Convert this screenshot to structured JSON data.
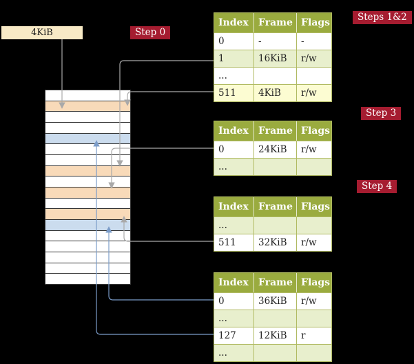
{
  "colors": {
    "background": "#000000",
    "header_bg": "#9aab3f",
    "table_border": "#b0ba62",
    "row_green": "#e8efcd",
    "row_yellow": "#fcfcd2",
    "badge_bg": "#a51c30",
    "badge_text": "#ffffff",
    "legend_bg": "#f8eac6",
    "mem_peach": "#f8dab9",
    "mem_blue": "#cbdcee",
    "arrow_gray": "#a9a9a9",
    "arrow_blue": "#7b9cc9"
  },
  "legend": {
    "label": "4KiB"
  },
  "badges": {
    "step0": "Step 0",
    "steps12": "Steps 1&2",
    "step3": "Step 3",
    "step4": "Step 4"
  },
  "tables": [
    {
      "headers": [
        "Index",
        "Frame",
        "Flags"
      ],
      "rows": [
        {
          "cells": [
            "0",
            "-",
            "-"
          ],
          "bg": "white"
        },
        {
          "cells": [
            "1",
            "16KiB",
            "r/w"
          ],
          "bg": "green"
        },
        {
          "cells": [
            "...",
            "",
            ""
          ],
          "bg": "white"
        },
        {
          "cells": [
            "511",
            "4KiB",
            "r/w"
          ],
          "bg": "yellow"
        }
      ]
    },
    {
      "headers": [
        "Index",
        "Frame",
        "Flags"
      ],
      "rows": [
        {
          "cells": [
            "0",
            "24KiB",
            "r/w"
          ],
          "bg": "white"
        },
        {
          "cells": [
            "...",
            "",
            ""
          ],
          "bg": "green"
        }
      ]
    },
    {
      "headers": [
        "Index",
        "Frame",
        "Flags"
      ],
      "rows": [
        {
          "cells": [
            "...",
            "",
            ""
          ],
          "bg": "green"
        },
        {
          "cells": [
            "511",
            "32KiB",
            "r/w"
          ],
          "bg": "white"
        }
      ]
    },
    {
      "headers": [
        "Index",
        "Frame",
        "Flags"
      ],
      "rows": [
        {
          "cells": [
            "0",
            "36KiB",
            "r/w"
          ],
          "bg": "white"
        },
        {
          "cells": [
            "...",
            "",
            ""
          ],
          "bg": "green"
        },
        {
          "cells": [
            "127",
            "12KiB",
            "r"
          ],
          "bg": "white"
        },
        {
          "cells": [
            "...",
            "",
            ""
          ],
          "bg": "green"
        }
      ]
    }
  ],
  "memory": {
    "rows": [
      "white",
      "peach",
      "white",
      "white",
      "blue",
      "white",
      "white",
      "peach",
      "white",
      "peach",
      "white",
      "peach",
      "blue",
      "white",
      "white",
      "white",
      "white",
      "white"
    ]
  }
}
